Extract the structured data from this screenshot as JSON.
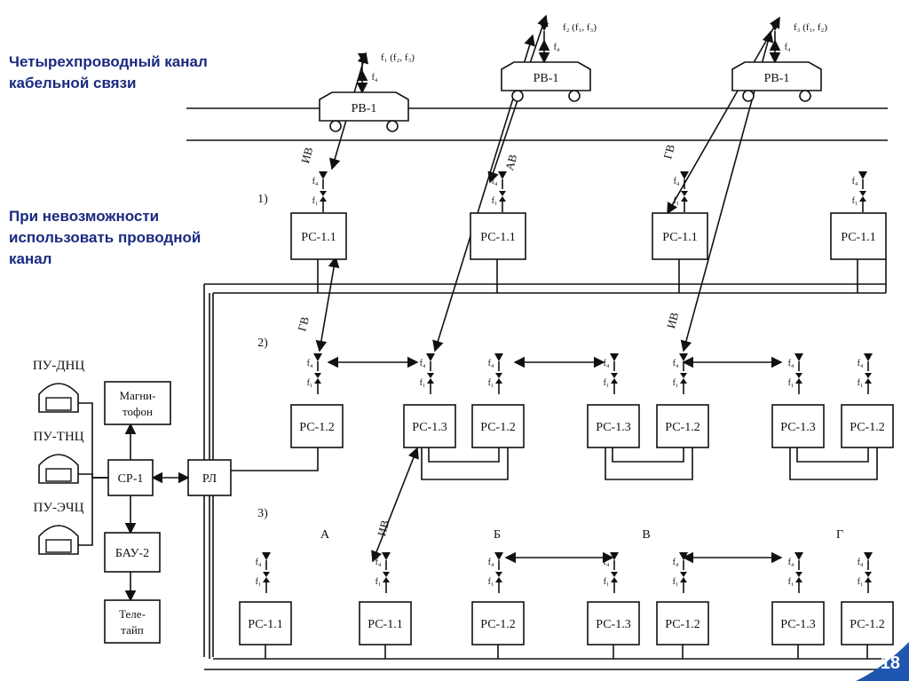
{
  "captions": {
    "cable_channel_line1": "Четырехпроводный канал",
    "cable_channel_line2": "кабельной связи",
    "fallback_line1": "При невозможности",
    "fallback_line2": "использовать  проводной",
    "fallback_line3": "канал"
  },
  "slide_number": "18",
  "colors": {
    "caption": "#1a2a80",
    "slide_badge": "#1f56b0",
    "ink": "#111111"
  },
  "diagram": {
    "vehicles": [
      {
        "label": "РВ-1",
        "freq_top": "f₁ (f₂, f₃)",
        "freq_bottom": "f₄"
      },
      {
        "label": "РВ-1",
        "freq_top": "f₂ (f₁, f₃)",
        "freq_bottom": "f₄"
      },
      {
        "label": "РВ-1",
        "freq_top": "f₃ (f₁, f₂)",
        "freq_bottom": "f₄"
      }
    ],
    "row_labels": [
      "1)",
      "2)",
      "3)"
    ],
    "link_labels": [
      "ИВ",
      "АВ",
      "ГВ",
      "ГВ",
      "ИВ",
      "ИВ"
    ],
    "row1_units": [
      "РС-1.1",
      "РС-1.1",
      "РС-1.1",
      "РС-1.1"
    ],
    "row2_units": [
      "РС-1.2",
      "РС-1.3",
      "РС-1.2",
      "РС-1.3",
      "РС-1.2",
      "РС-1.3",
      "РС-1.2"
    ],
    "row3_units": [
      "РС-1.1",
      "РС-1.1",
      "РС-1.2",
      "РС-1.3",
      "РС-1.2",
      "РС-1.3",
      "РС-1.2"
    ],
    "section_labels": [
      "А",
      "Б",
      "В",
      "Г"
    ],
    "control_units": [
      "ПУ-ДНЦ",
      "ПУ-ТНЦ",
      "ПУ-ЭЧЦ"
    ],
    "equipment": {
      "recorder": "Магни-тофон",
      "switch": "СР-1",
      "relay": "РЛ",
      "bau": "БАУ-2",
      "teletype": "Теле-тайп"
    }
  }
}
